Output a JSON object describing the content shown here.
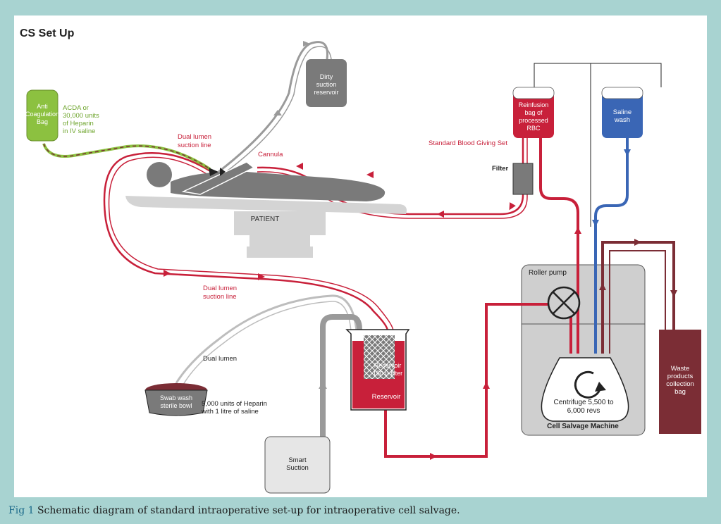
{
  "title": "CS Set Up",
  "caption": {
    "label": "Fig 1",
    "text": "Schematic diagram of standard intraoperative set-up for intraoperative cell salvage."
  },
  "labels": {
    "anticoag_bag": [
      "Anti",
      "Coagulation",
      "Bag"
    ],
    "acda_note": [
      "ACDA or",
      "30,000 units",
      "of Heparin",
      "in IV saline"
    ],
    "dirty_reservoir": [
      "Dirty",
      "suction",
      "reservoir"
    ],
    "dual_lumen_top": [
      "Dual lumen",
      "suction line"
    ],
    "cannula": "Cannula",
    "patient": "PATIENT",
    "reinfusion_bag": [
      "Reinfusion",
      "bag of",
      "processed",
      "RBC"
    ],
    "saline_wash": [
      "Saline",
      "wash"
    ],
    "giving_set": "Standard Blood Giving Set",
    "filter": "Filter",
    "roller_pump": "Roller pump",
    "dual_lumen_mid": [
      "Dual lumen",
      "suction line"
    ],
    "dual_lumen_low": "Dual lumen",
    "reservoir_filter": [
      "Reservoir",
      "150 µ filter"
    ],
    "reservoir": "Reservoir",
    "swab_bowl": [
      "Swab wash",
      "sterile bowl"
    ],
    "heparin_note": [
      "5,000 units of Heparin",
      "with 1 litre of saline"
    ],
    "smart_suction": [
      "Smart",
      "Suction"
    ],
    "centrifuge": [
      "Centrifuge 5,500 to",
      "6,000 revs"
    ],
    "machine": "Cell Salvage Machine",
    "waste_bag": [
      "Waste",
      "products",
      "collection",
      "bag"
    ]
  },
  "colors": {
    "border": "#a8d3d1",
    "red": "#c8203a",
    "dark_red": "#7b2d35",
    "blue": "#3a66b5",
    "green": "#8cc140",
    "grey": "#9a9a9a",
    "light_grey": "#d4d4d4",
    "machine_grey": "#cfcfcf"
  }
}
